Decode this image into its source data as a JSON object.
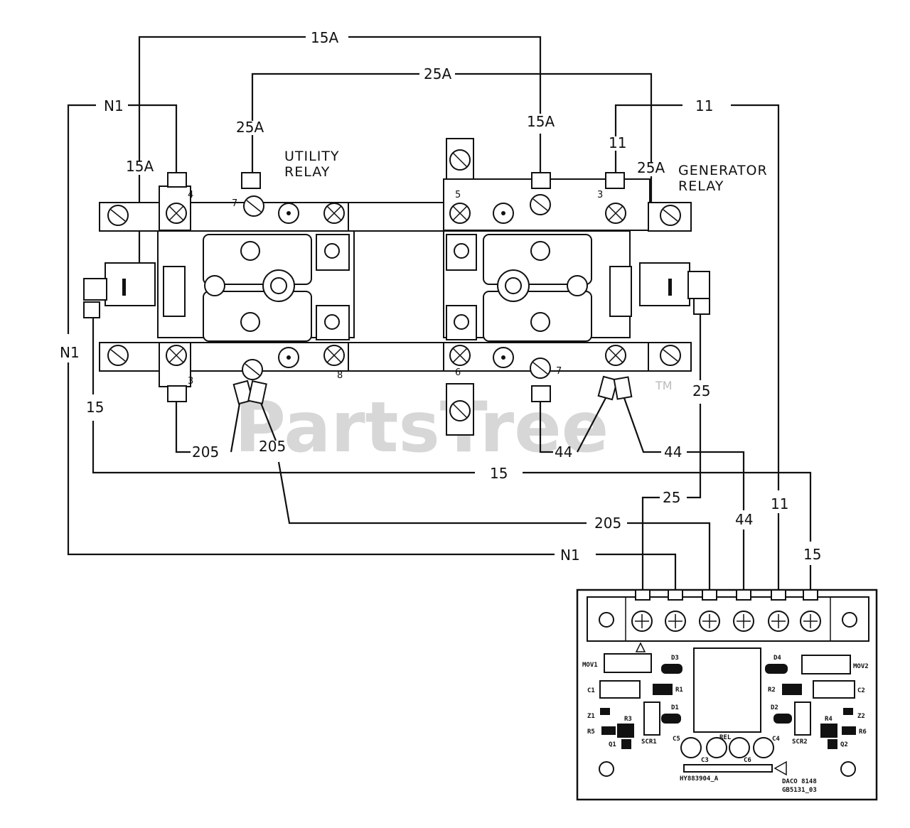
{
  "watermark": {
    "text": "PartsTree",
    "tm": "TM"
  },
  "relays": {
    "utility": {
      "line1": "UTILITY",
      "line2": "RELAY"
    },
    "generator": {
      "line1": "GENERATOR",
      "line2": "RELAY"
    }
  },
  "terminal_numbers": {
    "u_top": "4",
    "u_top2": "7",
    "u_bot": "3",
    "u_bot2": "8",
    "g_top_left": "5",
    "g_top_right": "3",
    "g_bot_left": "6",
    "g_bot_right": "7"
  },
  "wire_labels": {
    "top_15a": "15A",
    "top_25a": "25A",
    "top_11": "11",
    "n1_top": "N1",
    "u_25a": "25A",
    "u_15a": "15A",
    "g_15a": "15A",
    "g_11": "11",
    "g_25a": "25A",
    "n1_left": "N1",
    "w15_left": "15",
    "w205_a": "205",
    "w205_b": "205",
    "w44_a": "44",
    "w44_b": "44",
    "w25_right": "25",
    "w15_mid": "15",
    "w25_low": "25",
    "w205_low": "205",
    "w44_low": "44",
    "w11_low": "11",
    "w15_low": "15",
    "n1_low": "N1"
  },
  "board": {
    "components": {
      "mov1": "MOV1",
      "mov2": "MOV2",
      "d3": "D3",
      "d4": "D4",
      "c1": "C1",
      "c2": "C2",
      "r1": "R1",
      "r2": "R2",
      "z1": "Z1",
      "z2": "Z2",
      "r5": "R5",
      "r6": "R6",
      "r3": "R3",
      "r4": "R4",
      "d1": "D1",
      "d2": "D2",
      "q1": "Q1",
      "q2": "Q2",
      "scr1": "SCR1",
      "scr2": "SCR2",
      "c5": "C5",
      "c4": "C4",
      "rel": "REL",
      "c3": "C3",
      "c6": "C6"
    },
    "part_code": "HY883904_A",
    "maker": "DACO 8148",
    "board_no": "GB5131_03"
  }
}
